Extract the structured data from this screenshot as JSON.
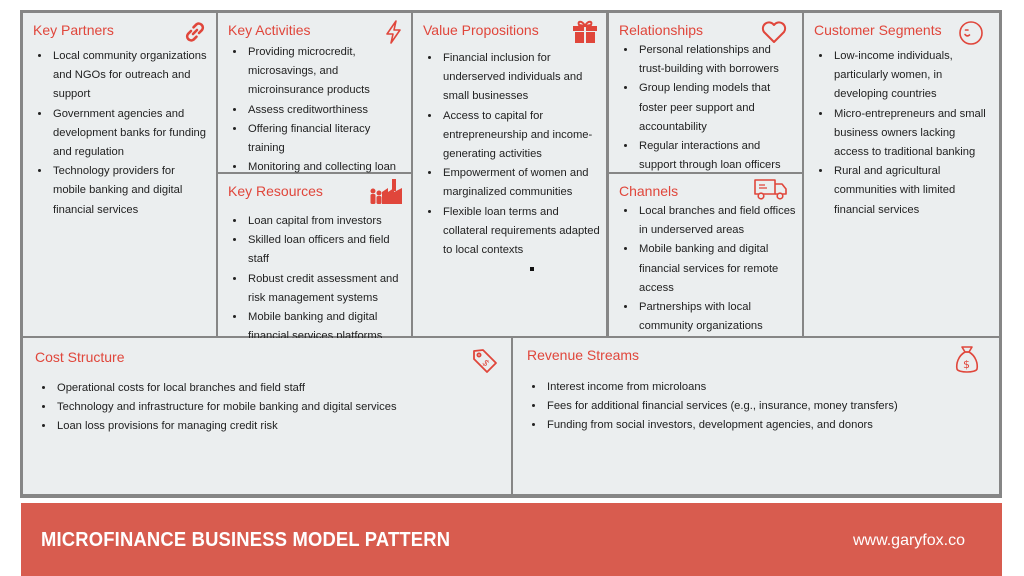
{
  "colors": {
    "accent": "#e0463b",
    "panel": "#ebeeef",
    "border": "#868686",
    "footer": "#d85c4f"
  },
  "key_partners": {
    "title": "Key Partners",
    "icon": "link-icon",
    "items": [
      "Local community organizations and NGOs for outreach and support",
      "Government agencies and development banks for funding and regulation",
      "Technology providers for mobile banking and digital financial services"
    ]
  },
  "key_activities": {
    "title": "Key Activities",
    "icon": "lightning-icon",
    "items": [
      "Providing microcredit, microsavings, and microinsurance products",
      "Assess creditworthiness",
      "Offering financial literacy training",
      "Monitoring and collecting loan repayments"
    ]
  },
  "key_resources": {
    "title": "Key Resources",
    "icon": "factory-icon",
    "items": [
      "Loan capital from investors",
      "Skilled loan officers and field staff",
      "Robust credit assessment and risk management systems",
      "Mobile banking and digital financial services platforms"
    ]
  },
  "value_propositions": {
    "title": "Value Propositions",
    "icon": "gift-icon",
    "items": [
      "Financial inclusion for underserved individuals and small businesses",
      "Access to capital for entrepreneurship and income-generating activities",
      "Empowerment of women and marginalized communities",
      "Flexible loan terms and collateral requirements adapted to local contexts"
    ]
  },
  "relationships": {
    "title": "Relationships",
    "icon": "heart-icon",
    "items": [
      "Personal relationships and trust-building with borrowers",
      "Group lending models that foster peer support and accountability",
      "Regular interactions and support through loan officers and field staff"
    ]
  },
  "channels": {
    "title": "Channels",
    "icon": "truck-icon",
    "items": [
      "Local branches and field offices in underserved areas",
      "Mobile banking and digital financial services for remote access",
      "Partnerships with local community organizations"
    ]
  },
  "customer_segments": {
    "title": "Customer Segments",
    "icon": "smiley-icon",
    "items": [
      "Low-income individuals, particularly women, in developing countries",
      "Micro-entrepreneurs and small business owners lacking access to traditional banking",
      "Rural and agricultural communities with limited financial services"
    ]
  },
  "cost_structure": {
    "title": "Cost Structure",
    "icon": "price-tag-icon",
    "items": [
      "Operational costs for local branches and field staff",
      "Technology and infrastructure for mobile banking and digital services",
      "Loan loss provisions for managing credit risk"
    ]
  },
  "revenue_streams": {
    "title": "Revenue Streams",
    "icon": "money-bag-icon",
    "items": [
      "Interest income from microloans",
      "Fees for additional financial services (e.g., insurance, money transfers)",
      "Funding from social investors, development agencies, and donors"
    ]
  },
  "footer": {
    "title": "MICROFINANCE BUSINESS MODEL PATTERN",
    "url": "www.garyfox.co"
  }
}
